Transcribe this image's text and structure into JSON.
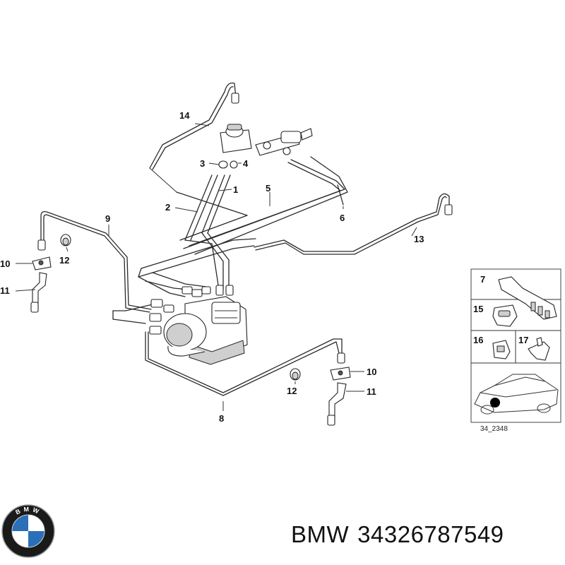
{
  "diagram": {
    "callouts": {
      "p1": "1",
      "p2": "2",
      "p3": "3",
      "p4": "4",
      "p5": "5",
      "p6": "6",
      "p7": "7",
      "p8": "8",
      "p9": "9",
      "p10a": "10",
      "p10b": "10",
      "p11a": "11",
      "p11b": "11",
      "p12a": "12",
      "p12b": "12",
      "p13": "13",
      "p14": "14",
      "p15": "15",
      "p16": "16",
      "p17": "17"
    },
    "inset_ref": "34_2348"
  },
  "caption": {
    "brand": "BMW",
    "part_number": "34326787549"
  },
  "logo": {
    "brand_letters": "BMW",
    "colors": {
      "blue": "#2a6fb8",
      "white": "#ffffff",
      "ring": "#1a1a1a"
    }
  }
}
